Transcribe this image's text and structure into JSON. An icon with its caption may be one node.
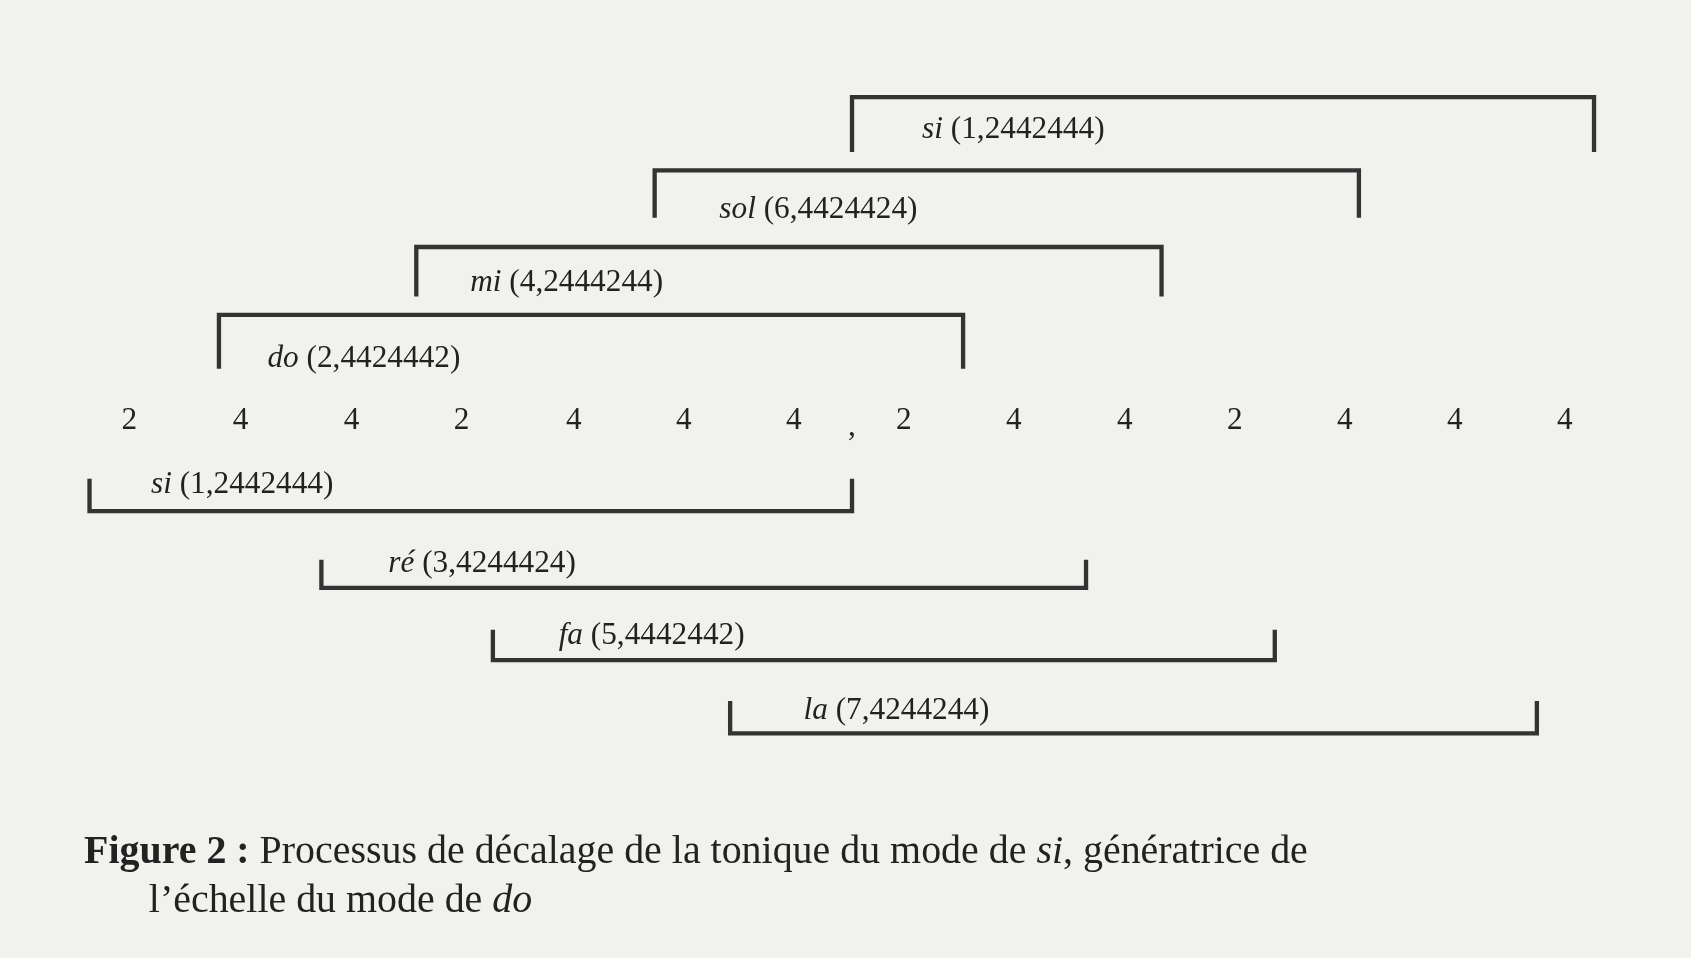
{
  "diagram": {
    "caption": "**Figure 2 :** Processus de décalage de la tonique du mode de *si*, génératrice de l’échelle du mode de *do*",
    "labels": [
      "*si* (1,2442444)",
      "*sol* (6,4424424)",
      "*mi* (4,2444244)",
      "*do* (2,4424442)",
      "2",
      "4",
      "4",
      "2",
      "4",
      "4",
      "4",
      ",",
      "2",
      "4",
      "4",
      "2",
      "4",
      "4",
      "4",
      "*si* (1,2442444)",
      "*ré* (3,4244424)",
      "*fa* (5,4442442)",
      "*la* (7,4244244)"
    ]
  }
}
